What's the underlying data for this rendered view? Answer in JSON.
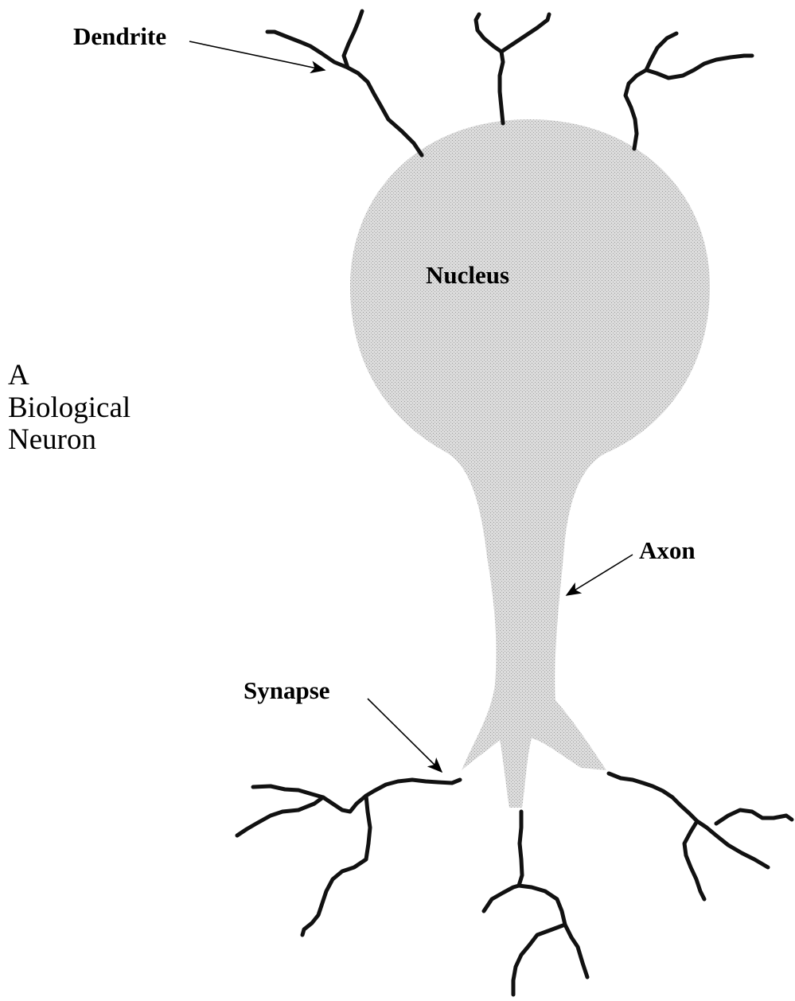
{
  "title": {
    "line1": "A",
    "line2": "Biological",
    "line3": "Neuron"
  },
  "labels": {
    "dendrite": "Dendrite",
    "nucleus": "Nucleus",
    "axon": "Axon",
    "synapse": "Synapse"
  },
  "colors": {
    "cell_fill": "#d4d4d4",
    "stroke": "#111111",
    "background": "#ffffff"
  }
}
